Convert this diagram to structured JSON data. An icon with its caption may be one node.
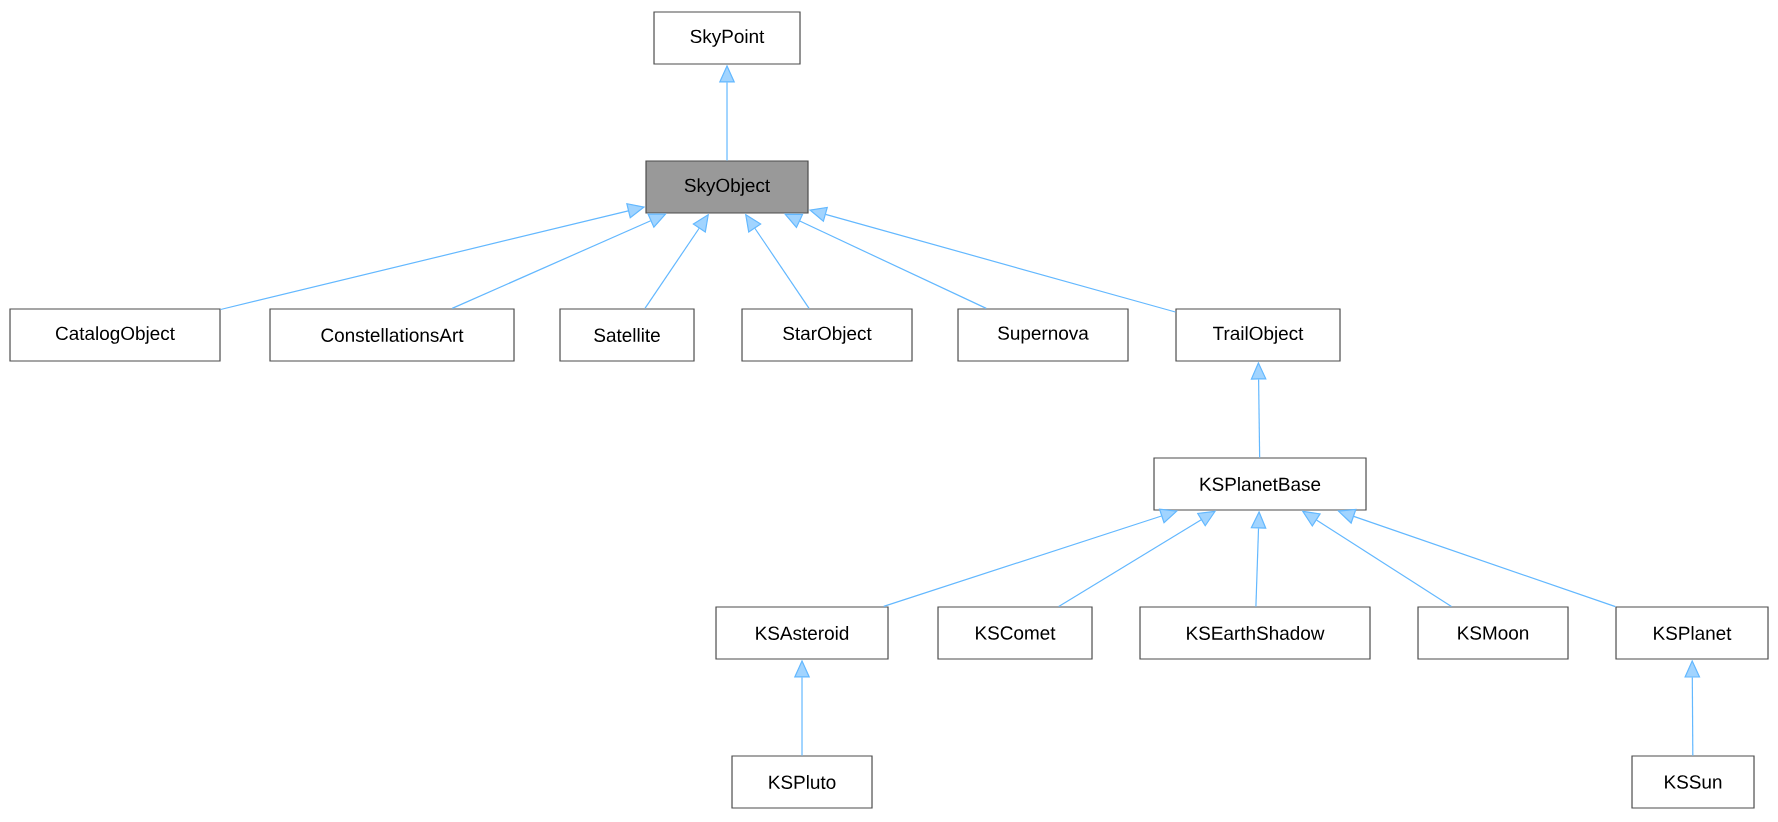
{
  "diagram": {
    "nodes": [
      {
        "text": [
          "SkyPoint"
        ]
      },
      {
        "text": [
          "SkyObject"
        ]
      },
      {
        "text": [
          "CatalogObject"
        ]
      },
      {
        "text": [
          "ConstellationsArt"
        ]
      },
      {
        "text": [
          "Satellite"
        ]
      },
      {
        "text": [
          "StarObject"
        ]
      },
      {
        "text": [
          "Supernova"
        ]
      },
      {
        "text": [
          "TrailObject"
        ]
      },
      {
        "text": [
          "KSPlanetBase"
        ]
      },
      {
        "text": [
          "KSAsteroid"
        ]
      },
      {
        "text": [
          "KSComet"
        ]
      },
      {
        "text": [
          "KSEarthShadow"
        ]
      },
      {
        "text": [
          "KSMoon"
        ]
      },
      {
        "text": [
          "KSPlanet"
        ]
      },
      {
        "text": [
          "KSPluto"
        ]
      },
      {
        "text": [
          "KSSun"
        ]
      }
    ],
    "edges": [
      {
        "from": 1,
        "to": 0,
        "arrow": "to"
      },
      {
        "from": 2,
        "to": 1,
        "arrow": "to"
      },
      {
        "from": 3,
        "to": 1,
        "arrow": "to"
      },
      {
        "from": 4,
        "to": 1,
        "arrow": "to"
      },
      {
        "from": 5,
        "to": 1,
        "arrow": "to"
      },
      {
        "from": 6,
        "to": 1,
        "arrow": "to"
      },
      {
        "from": 7,
        "to": 1,
        "arrow": "to"
      },
      {
        "from": 8,
        "to": 7,
        "arrow": "to"
      },
      {
        "from": 9,
        "to": 8,
        "arrow": "to"
      },
      {
        "from": 10,
        "to": 8,
        "arrow": "to"
      },
      {
        "from": 11,
        "to": 8,
        "arrow": "to"
      },
      {
        "from": 12,
        "to": 8,
        "arrow": "to"
      },
      {
        "from": 13,
        "to": 8,
        "arrow": "to"
      },
      {
        "from": 14,
        "to": 9,
        "arrow": "to"
      },
      {
        "from": 15,
        "to": 13,
        "arrow": "to"
      }
    ]
  }
}
